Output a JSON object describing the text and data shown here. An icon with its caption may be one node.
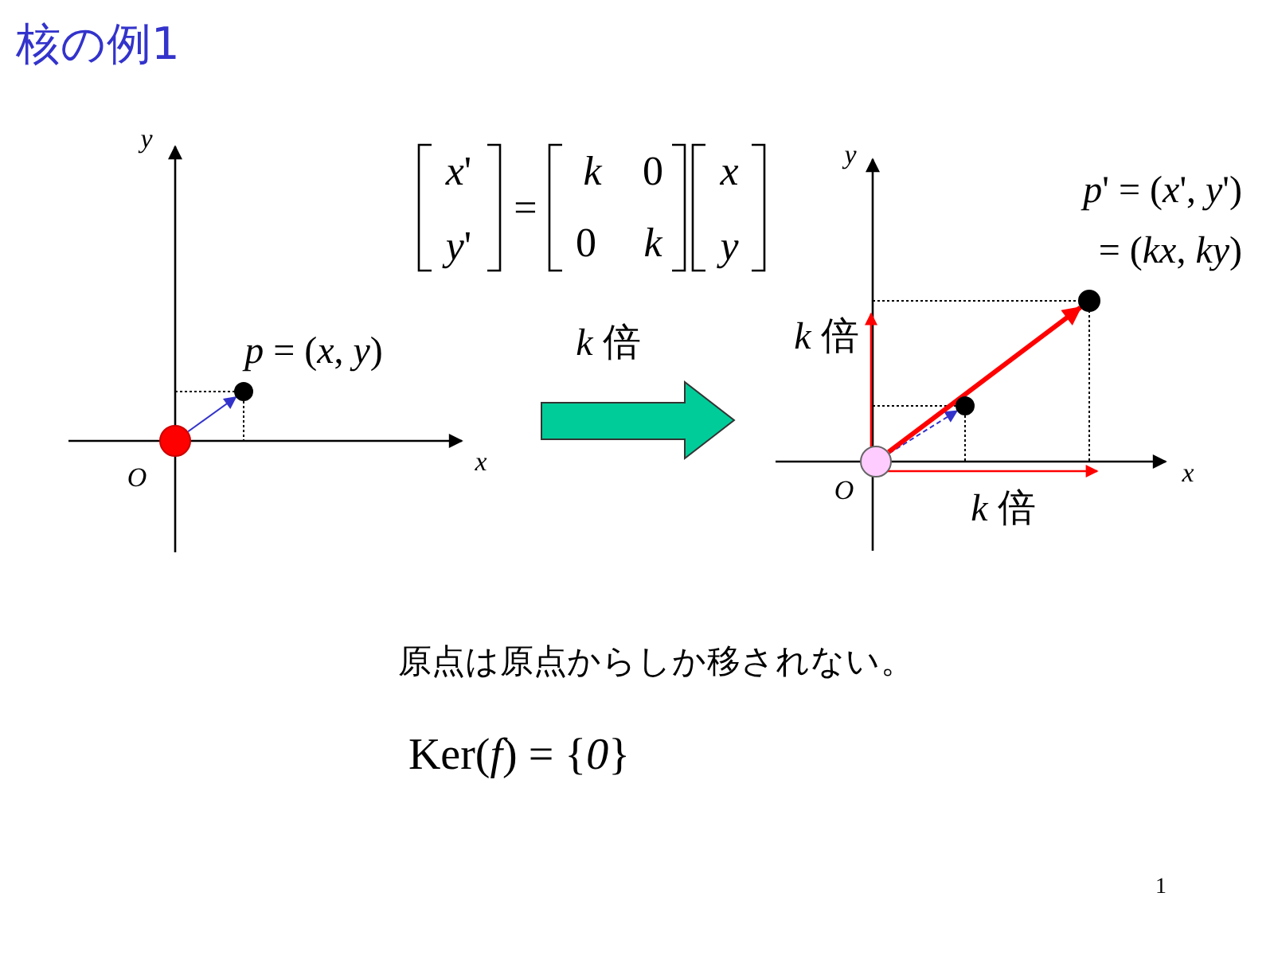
{
  "diagram": {
    "title": "核の例1",
    "nodes": [
      {
        "text": [],
        "shape": "circle"
      },
      {
        "text": [],
        "shape": "circle",
        "beside": [
          "*p* = (*x*, *y*)"
        ]
      },
      {
        "text": [],
        "shape": "circle"
      },
      {
        "text": [],
        "shape": "circle"
      },
      {
        "text": [],
        "shape": "circle",
        "beside": [
          "*p*' = (*x*', *y*')",
          "= (*kx*, *ky*)"
        ]
      }
    ],
    "edges": [
      {
        "from": 0,
        "to": 1,
        "arrow": "to"
      },
      {
        "from": 2,
        "to": 3,
        "arrow": "to",
        "style": "dashed"
      },
      {
        "from": 2,
        "to": 4,
        "arrow": "to",
        "style": "thick",
        "color": "#ff0000"
      }
    ],
    "labels": [
      "y",
      "*x*'",
      "k",
      "0",
      "x",
      "y",
      "=",
      "*y*'",
      "0",
      "k",
      "y",
      "*k* 倍",
      "*k* 倍",
      "x",
      "O",
      "x",
      "O",
      "*k* 倍",
      "原点は原点からしか移されない。",
      "Ker(*f*) = {*0*}",
      "1"
    ]
  }
}
